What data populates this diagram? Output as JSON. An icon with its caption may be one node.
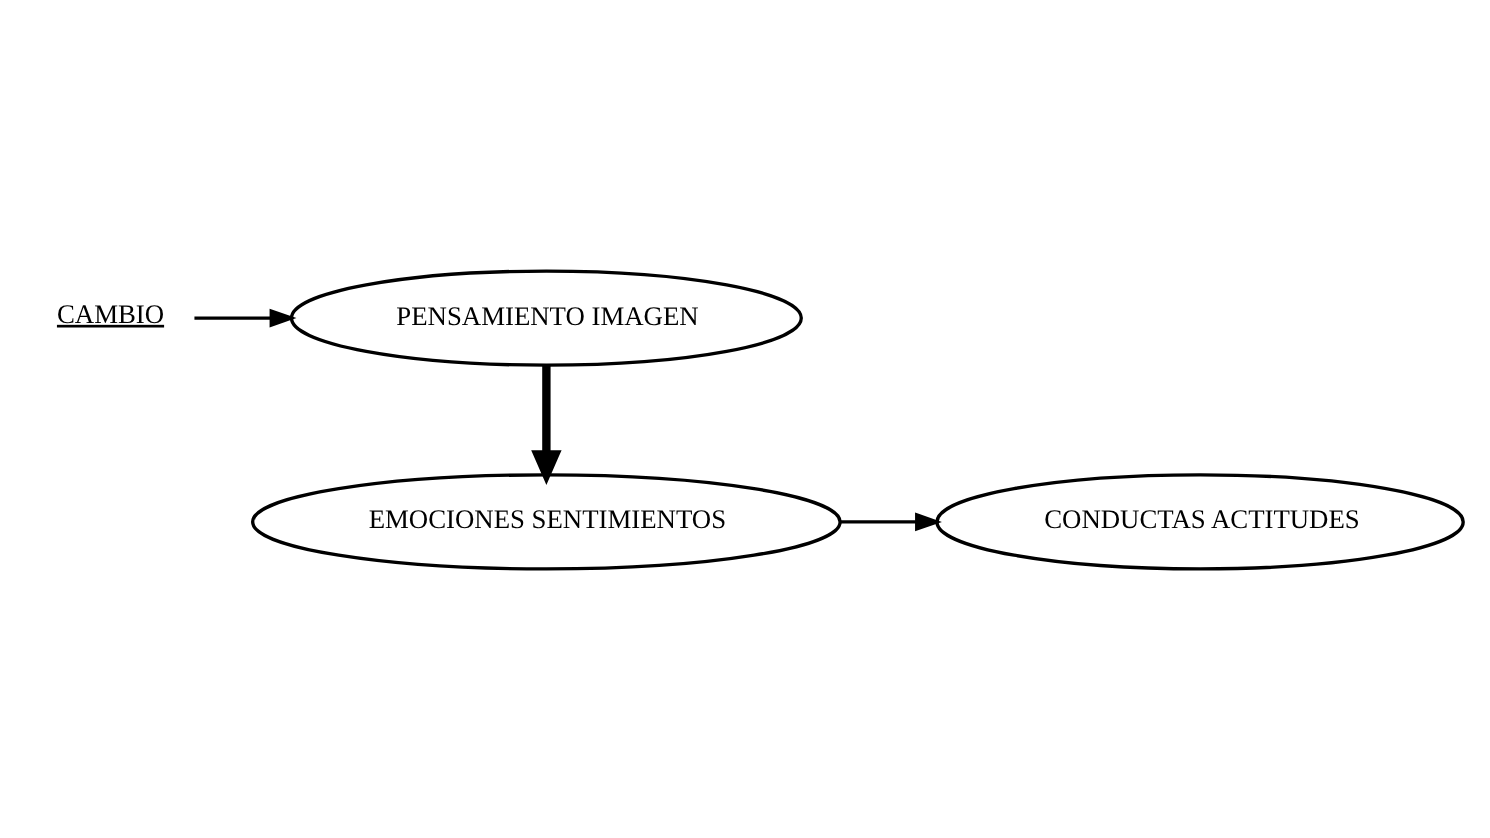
{
  "diagram": {
    "nodes": [
      {
        "text": [
          "PENSAMIENTO IMAGEN"
        ]
      },
      {
        "text": [
          "CAMBIO"
        ]
      },
      {
        "text": [
          "EMOCIONES SENTIMIENTOS"
        ]
      },
      {
        "text": [
          "CONDUCTAS ACTITUDES"
        ]
      }
    ],
    "edges": [
      {
        "from": 1,
        "to": 0,
        "arrow": "to"
      },
      {
        "from": 0,
        "to": 2,
        "arrow": "to",
        "style": "thick"
      },
      {
        "from": 2,
        "to": 3,
        "arrow": "to"
      }
    ]
  }
}
